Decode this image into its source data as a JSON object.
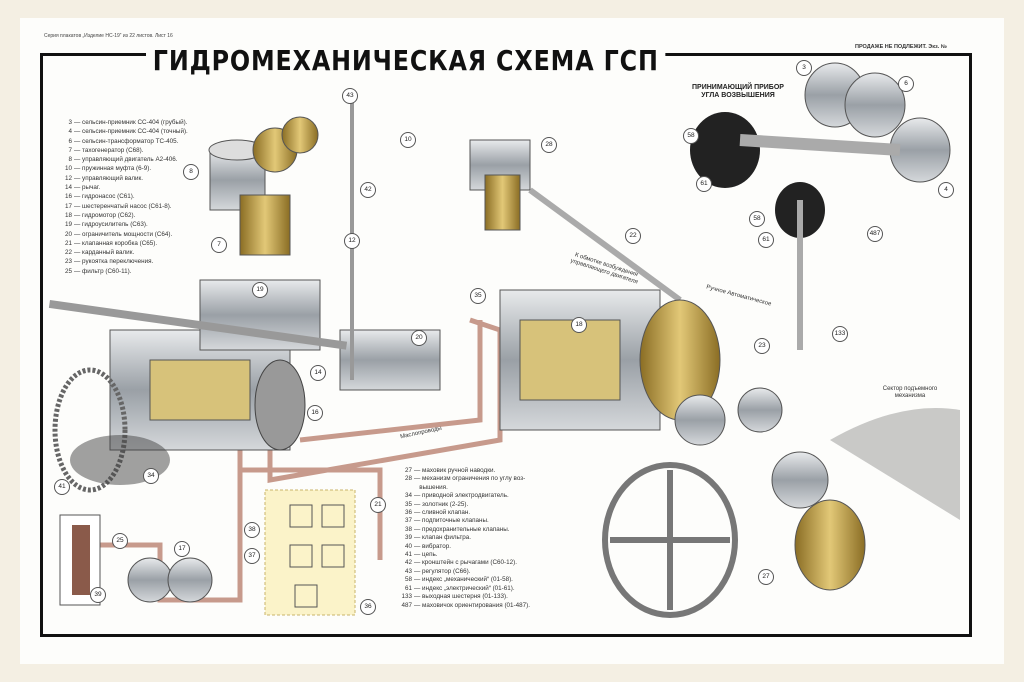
{
  "header": {
    "series": "Серия плакатов „Изделие НС-19“ из 22 листов. Лист 16",
    "title": "ГИДРОМЕХАНИЧЕСКАЯ СХЕМА ГСП",
    "notice": "ПРОДАЖЕ НЕ ПОДЛЕЖИТ. Экз. №"
  },
  "captions": {
    "receiver": "ПРИНИМАЮЩИЙ ПРИБОР УГЛА ВОЗВЫШЕНИЯ",
    "sector": "Сектор подъемного механизма",
    "oil_lines": "Маслопроводы",
    "excitation": "К обмотке возбуждения управляющего двигателя",
    "manual_auto": "Ручное  Автоматическое"
  },
  "legend_left": [
    {
      "num": "3",
      "text": "сельсин-приемник СС-404 (грубый)."
    },
    {
      "num": "4",
      "text": "сельсин-приемник СС-404 (точный)."
    },
    {
      "num": "6",
      "text": "сельсин-трансформатор ТС-405."
    },
    {
      "num": "7",
      "text": "тахогенератор (С68)."
    },
    {
      "num": "8",
      "text": "управляющий двигатель А2-406."
    },
    {
      "num": "10",
      "text": "пружинная муфта (6-9)."
    },
    {
      "num": "12",
      "text": "управляющий валик."
    },
    {
      "num": "14",
      "text": "рычаг."
    },
    {
      "num": "16",
      "text": "гидронасос (С61)."
    },
    {
      "num": "17",
      "text": "шестеренчатый насос (С61-8)."
    },
    {
      "num": "18",
      "text": "гидромотор (С62)."
    },
    {
      "num": "19",
      "text": "гидроусилитель (С63)."
    },
    {
      "num": "20",
      "text": "ограничитель мощности (С64)."
    },
    {
      "num": "21",
      "text": "клапанная коробка (С65)."
    },
    {
      "num": "22",
      "text": "карданный валик."
    },
    {
      "num": "23",
      "text": "рукоятка переключения."
    },
    {
      "num": "25",
      "text": "фильтр (С60-11)."
    }
  ],
  "legend_right": [
    {
      "num": "27",
      "text": "маховик ручной наводки."
    },
    {
      "num": "28",
      "text": "механизм ограничения по углу воз-"
    },
    {
      "num": "",
      "text": "вышения."
    },
    {
      "num": "34",
      "text": "приводной электродвигатель."
    },
    {
      "num": "35",
      "text": "золотник (2-25)."
    },
    {
      "num": "36",
      "text": "сливной клапан."
    },
    {
      "num": "37",
      "text": "подпиточные клапаны."
    },
    {
      "num": "38",
      "text": "предохранительные клапаны."
    },
    {
      "num": "39",
      "text": "клапан фильтра."
    },
    {
      "num": "40",
      "text": "вибратор."
    },
    {
      "num": "41",
      "text": "цепь."
    },
    {
      "num": "42",
      "text": "кронштейн с рычагами (С60-12)."
    },
    {
      "num": "43",
      "text": "регулятор (С66)."
    },
    {
      "num": "58",
      "text": "индекс „механический“ (01-58)."
    },
    {
      "num": "61",
      "text": "индекс „электрический“ (01-61)."
    },
    {
      "num": "133",
      "text": "выходная шестерня (01-133)."
    },
    {
      "num": "487",
      "text": "маховичок ориентирования (01-487)."
    }
  ],
  "callouts": [
    "43",
    "10",
    "8",
    "7",
    "42",
    "12",
    "28",
    "22",
    "19",
    "20",
    "14",
    "16",
    "35",
    "18",
    "23",
    "21",
    "38",
    "37",
    "36",
    "25",
    "17",
    "39",
    "41",
    "34",
    "27",
    "3",
    "6",
    "58",
    "61",
    "58",
    "61",
    "4",
    "487",
    "133"
  ],
  "colors": {
    "frame": "#111111",
    "steel": "#b9bec4",
    "brass": "#c9a64a",
    "oil": "#c79a8c",
    "background": "#f4efe3"
  }
}
